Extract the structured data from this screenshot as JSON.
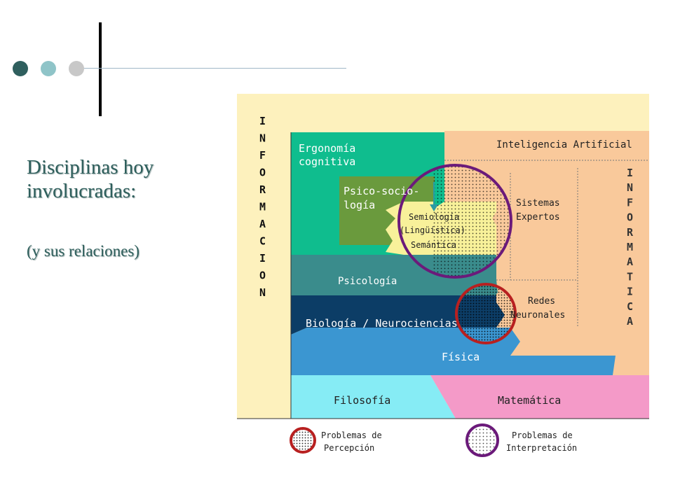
{
  "slide": {
    "title": "Disciplinas hoy involucradas:",
    "subtitle": "(y sus relaciones)"
  },
  "diagram": {
    "informacion_label": [
      "I",
      "N",
      "F",
      "O",
      "R",
      "M",
      "A",
      "C",
      "I",
      "O",
      "N"
    ],
    "informatica_label": [
      "I",
      "N",
      "F",
      "O",
      "R",
      "M",
      "A",
      "T",
      "I",
      "C",
      "A"
    ],
    "regions": {
      "ergonomia": [
        "Ergonomía",
        "cognitiva"
      ],
      "inteligencia_artificial": "Inteligencia Artificial",
      "psicosociologia": [
        "Psico-socio-",
        "logía"
      ],
      "semiologia": [
        "Semiología",
        "(Lingüística)",
        "Semántica"
      ],
      "sistemas_expertos": [
        "Sistemas",
        "Expertos"
      ],
      "psicologia": "Psicología",
      "redes_neuronales": [
        "Redes",
        "Neuronales"
      ],
      "biologia": "Biología / Neurociencias",
      "fisica": "Física",
      "filosofia": "Filosofía",
      "matematica": "Matemática"
    },
    "legend": {
      "percepcion": [
        "Problemas de",
        "Percepción"
      ],
      "interpretacion": [
        "Problemas de",
        "Interpretación"
      ]
    },
    "colors": {
      "background": "#fdf1bd",
      "ergonomia": "#0fbd8e",
      "inteligencia_artificial": "#f9c99b",
      "psicosociologia": "#6a9a3d",
      "semiologia": "#f8f19a",
      "psicologia": "#3a8c8c",
      "biologia": "#0c3d66",
      "fisica": "#3b96d1",
      "filosofia": "#86ecf5",
      "matematica": "#f49ac8",
      "percepcion_circle": "#b82020",
      "interpretacion_circle": "#6b1a7a"
    }
  }
}
